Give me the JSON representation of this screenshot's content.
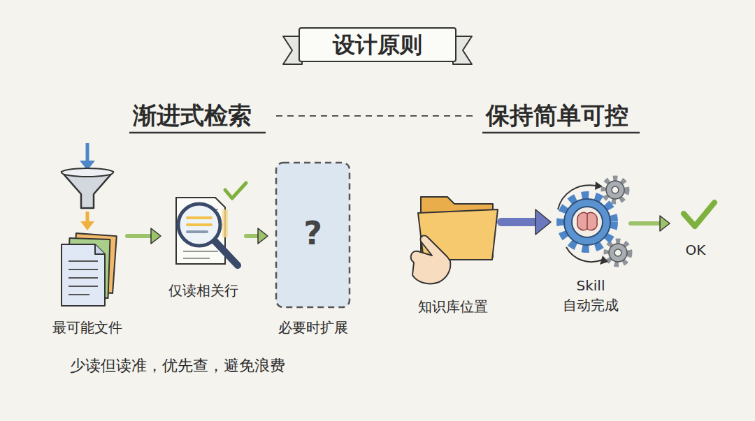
{
  "diagram": {
    "title": "设计原则",
    "nodes": [
      {
        "text": [
          "最可能文件"
        ]
      },
      {
        "text": [
          "仅读相关行"
        ]
      },
      {
        "text": [
          "?",
          "必要时扩展"
        ]
      },
      {
        "text": [
          "知识库位置"
        ]
      },
      {
        "text": [
          "Skill 自动完成"
        ]
      },
      {
        "text": [
          "OK"
        ]
      }
    ],
    "edges": [
      {
        "from": 0,
        "to": 1,
        "arrow": "to"
      },
      {
        "from": 1,
        "to": 2,
        "arrow": "to"
      },
      {
        "from": 3,
        "to": 4,
        "arrow": "to"
      },
      {
        "from": 4,
        "to": 5,
        "arrow": "to"
      }
    ],
    "labels": [
      "渐进式检索",
      "保持简单可控",
      "少读但读准，优先查，避免浪费"
    ]
  }
}
